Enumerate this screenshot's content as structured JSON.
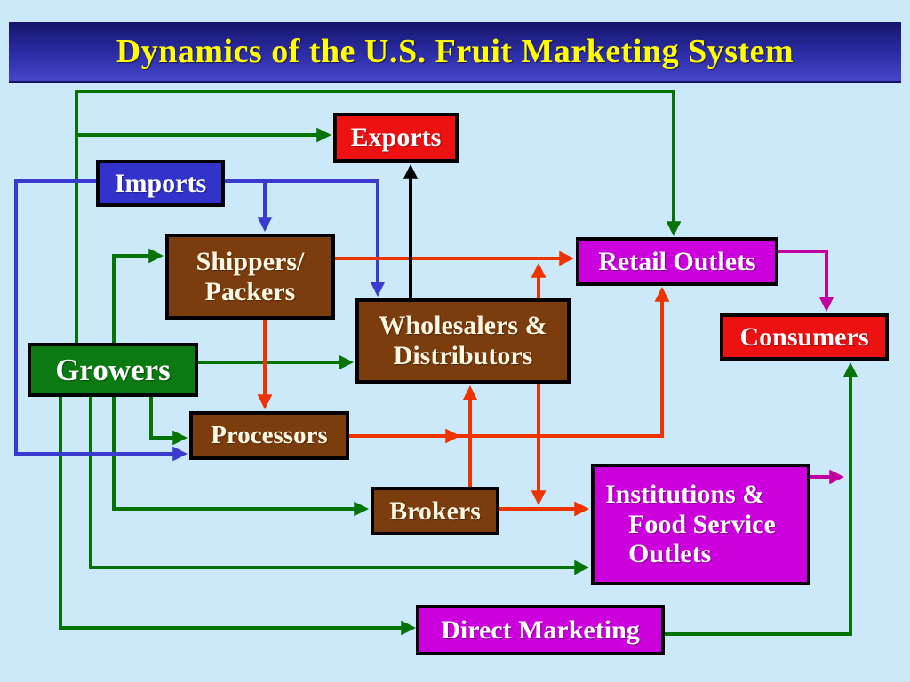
{
  "slide": {
    "title": "Dynamics of the U.S. Fruit Marketing System"
  },
  "palette": {
    "background": "#CCE9FA",
    "title_bar_top": "#15156B",
    "title_bar_mid": "#2D2DA8",
    "title_bar_bottom": "#4646C8",
    "title_text": "#FFFF00",
    "box_red": "#EE1111",
    "box_blue": "#3333CC",
    "box_brown": "#7B3D0E",
    "box_green": "#0C7A12",
    "box_magenta": "#CC00DD",
    "box_border": "#000000",
    "arrow_green": "#067306",
    "arrow_blue": "#3A3ACC",
    "arrow_red": "#EE3300",
    "arrow_black": "#000000",
    "arrow_magenta": "#C000A0",
    "text_cream": "#FFF8E3",
    "text_white": "#FFFFFF"
  },
  "nodes": {
    "exports": {
      "lines": [
        "Exports"
      ],
      "color": "red"
    },
    "imports": {
      "lines": [
        "Imports"
      ],
      "color": "blue"
    },
    "shippers_packers": {
      "lines": [
        "Shippers/",
        "Packers"
      ],
      "color": "brown"
    },
    "retail_outlets": {
      "lines": [
        "Retail Outlets"
      ],
      "color": "magenta"
    },
    "wholesalers_distributors": {
      "lines": [
        "Wholesalers &",
        "Distributors"
      ],
      "color": "brown"
    },
    "consumers": {
      "lines": [
        "Consumers"
      ],
      "color": "red"
    },
    "growers": {
      "lines": [
        "Growers"
      ],
      "color": "green"
    },
    "processors": {
      "lines": [
        "Processors"
      ],
      "color": "brown"
    },
    "brokers": {
      "lines": [
        "Brokers"
      ],
      "color": "brown"
    },
    "institutions": {
      "lines": [
        "Institutions &",
        "Food Service",
        "Outlets"
      ],
      "color": "magenta"
    },
    "direct_marketing": {
      "lines": [
        "Direct Marketing"
      ],
      "color": "magenta"
    }
  },
  "edges": [
    {
      "from": "Growers",
      "to": "Exports",
      "color": "green"
    },
    {
      "from": "Growers",
      "to": "Retail Outlets",
      "color": "green"
    },
    {
      "from": "Growers",
      "to": "Shippers/Packers",
      "color": "green"
    },
    {
      "from": "Growers",
      "to": "Wholesalers & Distributors",
      "color": "green"
    },
    {
      "from": "Growers",
      "to": "Processors",
      "color": "green"
    },
    {
      "from": "Growers",
      "to": "Brokers",
      "color": "green"
    },
    {
      "from": "Growers",
      "to": "Institutions & Food Service Outlets",
      "color": "green"
    },
    {
      "from": "Growers",
      "to": "Direct Marketing",
      "color": "green"
    },
    {
      "from": "Direct Marketing",
      "to": "Consumers",
      "color": "green"
    },
    {
      "from": "Imports",
      "to": "Shippers/Packers",
      "color": "blue"
    },
    {
      "from": "Imports",
      "to": "Wholesalers & Distributors",
      "color": "blue"
    },
    {
      "from": "Imports",
      "to": "Processors",
      "color": "blue"
    },
    {
      "from": "Shippers/Packers",
      "to": "Retail Outlets",
      "color": "red"
    },
    {
      "from": "Shippers/Packers",
      "to": "Processors",
      "color": "red"
    },
    {
      "from": "Wholesalers & Distributors",
      "to": "Retail Outlets",
      "color": "red"
    },
    {
      "from": "Processors",
      "to": "Retail Outlets",
      "color": "red"
    },
    {
      "from": "Brokers",
      "to": "Wholesalers & Distributors",
      "color": "red"
    },
    {
      "from": "Wholesalers & Distributors",
      "to": "Institutions & Food Service Outlets",
      "color": "red"
    },
    {
      "from": "Brokers",
      "to": "Institutions & Food Service Outlets",
      "color": "red"
    },
    {
      "from": "Wholesalers & Distributors",
      "to": "Exports",
      "color": "black"
    },
    {
      "from": "Retail Outlets",
      "to": "Consumers",
      "color": "magenta"
    },
    {
      "from": "Institutions & Food Service Outlets",
      "to": "Consumers",
      "color": "magenta"
    }
  ]
}
